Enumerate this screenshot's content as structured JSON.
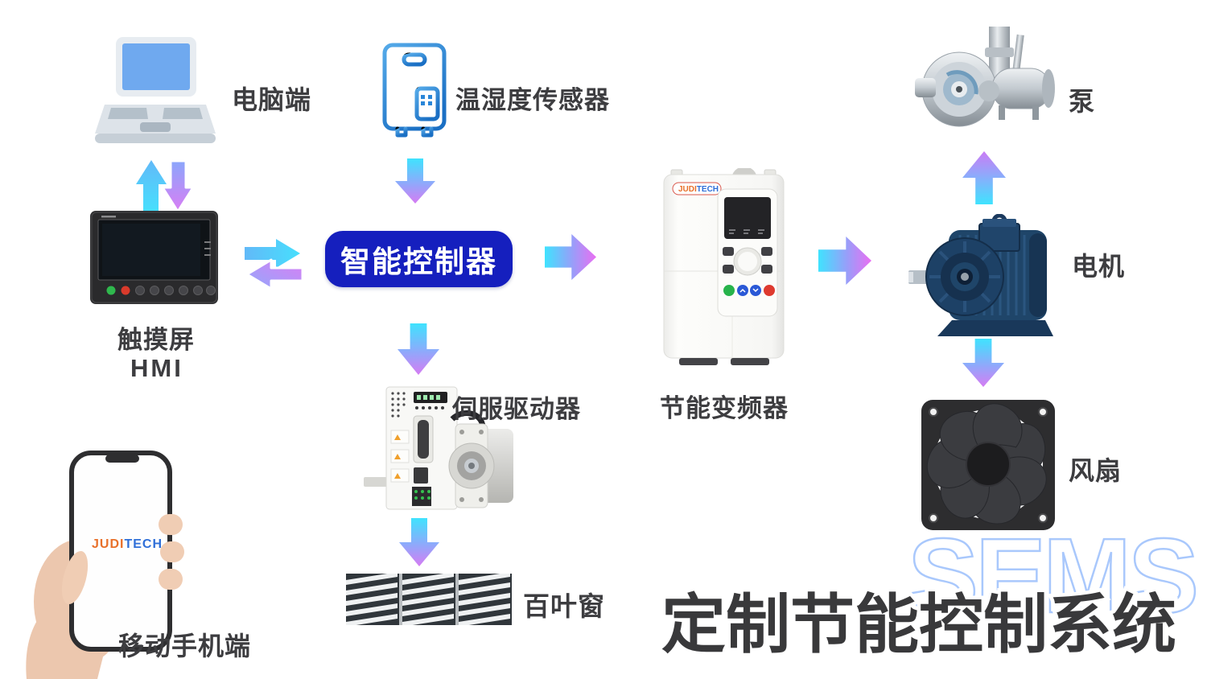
{
  "nodes": {
    "pc": {
      "label": "电脑端"
    },
    "sensor": {
      "label": "温湿度传感器"
    },
    "pump": {
      "label": "泵"
    },
    "hmi": {
      "label": "触摸屏",
      "sublabel": "HMI"
    },
    "controller": {
      "label": "智能控制器"
    },
    "inverter": {
      "label": "节能变频器",
      "brand_judi": "JUDI",
      "brand_tech": "TECH"
    },
    "motor": {
      "label": "电机"
    },
    "servo": {
      "label": "伺服驱动器"
    },
    "louver": {
      "label": "百叶窗"
    },
    "fan": {
      "label": "风扇"
    },
    "phone": {
      "label": "移动手机端",
      "brand_judi": "JUDI",
      "brand_tech": "TECH"
    }
  },
  "footer": {
    "watermark": "SEMS",
    "title": "定制节能控制系统"
  },
  "colors": {
    "controller_bg": "#151fbe",
    "arrow_cyan": "#3fe3fe",
    "arrow_purple": "#cb7bf5",
    "arrow_magenta": "#ea6ef2",
    "watermark_stroke": "#a9c8fc",
    "title": "#39393b",
    "label": "#3d3d40",
    "brand_orange": "#e8702a",
    "brand_blue": "#2f6fd8"
  }
}
